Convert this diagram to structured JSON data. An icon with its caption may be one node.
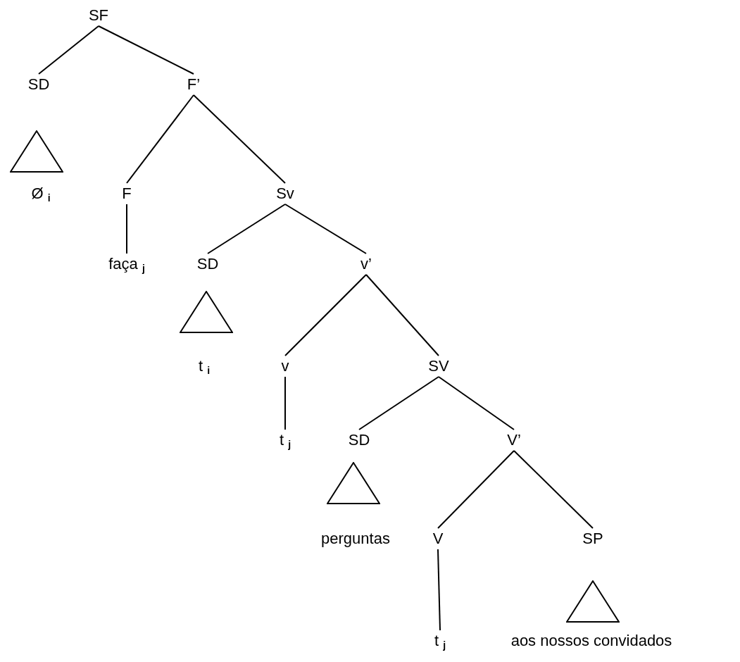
{
  "diagram": {
    "nodes": [
      {
        "text": [
          "SF"
        ]
      },
      {
        "text": [
          "SD"
        ]
      },
      {
        "text": [
          "F’"
        ]
      },
      {
        "text": [],
        "shape": "triangle"
      },
      {
        "text": [
          "Ø $_{i}$"
        ]
      },
      {
        "text": [
          "F"
        ]
      },
      {
        "text": [
          "Sv"
        ]
      },
      {
        "text": [
          "faça $_{j}$"
        ]
      },
      {
        "text": [
          "SD"
        ]
      },
      {
        "text": [
          "v’"
        ]
      },
      {
        "text": [],
        "shape": "triangle"
      },
      {
        "text": [
          "t $_{i}$"
        ]
      },
      {
        "text": [
          "v"
        ]
      },
      {
        "text": [
          "SV"
        ]
      },
      {
        "text": [
          "t $_{j}$"
        ]
      },
      {
        "text": [
          "SD"
        ]
      },
      {
        "text": [
          "V’"
        ]
      },
      {
        "text": [],
        "shape": "triangle"
      },
      {
        "text": [
          "perguntas"
        ]
      },
      {
        "text": [
          "V"
        ]
      },
      {
        "text": [
          "SP"
        ]
      },
      {
        "text": [],
        "shape": "triangle"
      },
      {
        "text": [
          "t $_{j}$"
        ]
      },
      {
        "text": [
          "aos nossos convidados"
        ]
      }
    ],
    "edges": [
      {
        "from": 0,
        "to": 1,
        "arrow": "none"
      },
      {
        "from": 0,
        "to": 2,
        "arrow": "none"
      },
      {
        "from": 2,
        "to": 5,
        "arrow": "none"
      },
      {
        "from": 2,
        "to": 6,
        "arrow": "none"
      },
      {
        "from": 5,
        "to": 7,
        "arrow": "none"
      },
      {
        "from": 6,
        "to": 8,
        "arrow": "none"
      },
      {
        "from": 6,
        "to": 9,
        "arrow": "none"
      },
      {
        "from": 9,
        "to": 12,
        "arrow": "none"
      },
      {
        "from": 9,
        "to": 13,
        "arrow": "none"
      },
      {
        "from": 12,
        "to": 14,
        "arrow": "none"
      },
      {
        "from": 13,
        "to": 15,
        "arrow": "none"
      },
      {
        "from": 13,
        "to": 16,
        "arrow": "none"
      },
      {
        "from": 16,
        "to": 19,
        "arrow": "none"
      },
      {
        "from": 16,
        "to": 20,
        "arrow": "none"
      },
      {
        "from": 19,
        "to": 22,
        "arrow": "none"
      }
    ]
  }
}
